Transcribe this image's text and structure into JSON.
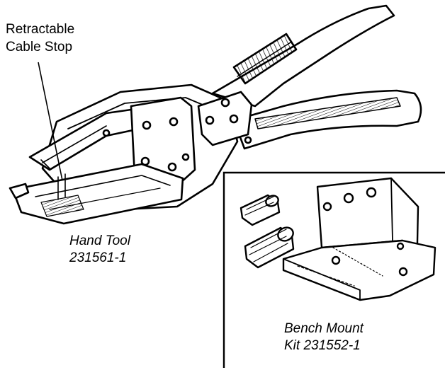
{
  "callout": {
    "line1": "Retractable",
    "line2": "Cable Stop"
  },
  "hand_tool": {
    "line1": "Hand Tool",
    "line2": "231561-1"
  },
  "bench_mount": {
    "line1": "Bench Mount",
    "line2": "Kit 231552-1"
  },
  "colors": {
    "ink": "#000000",
    "paper": "#ffffff",
    "shade": "#c8c8c8"
  }
}
